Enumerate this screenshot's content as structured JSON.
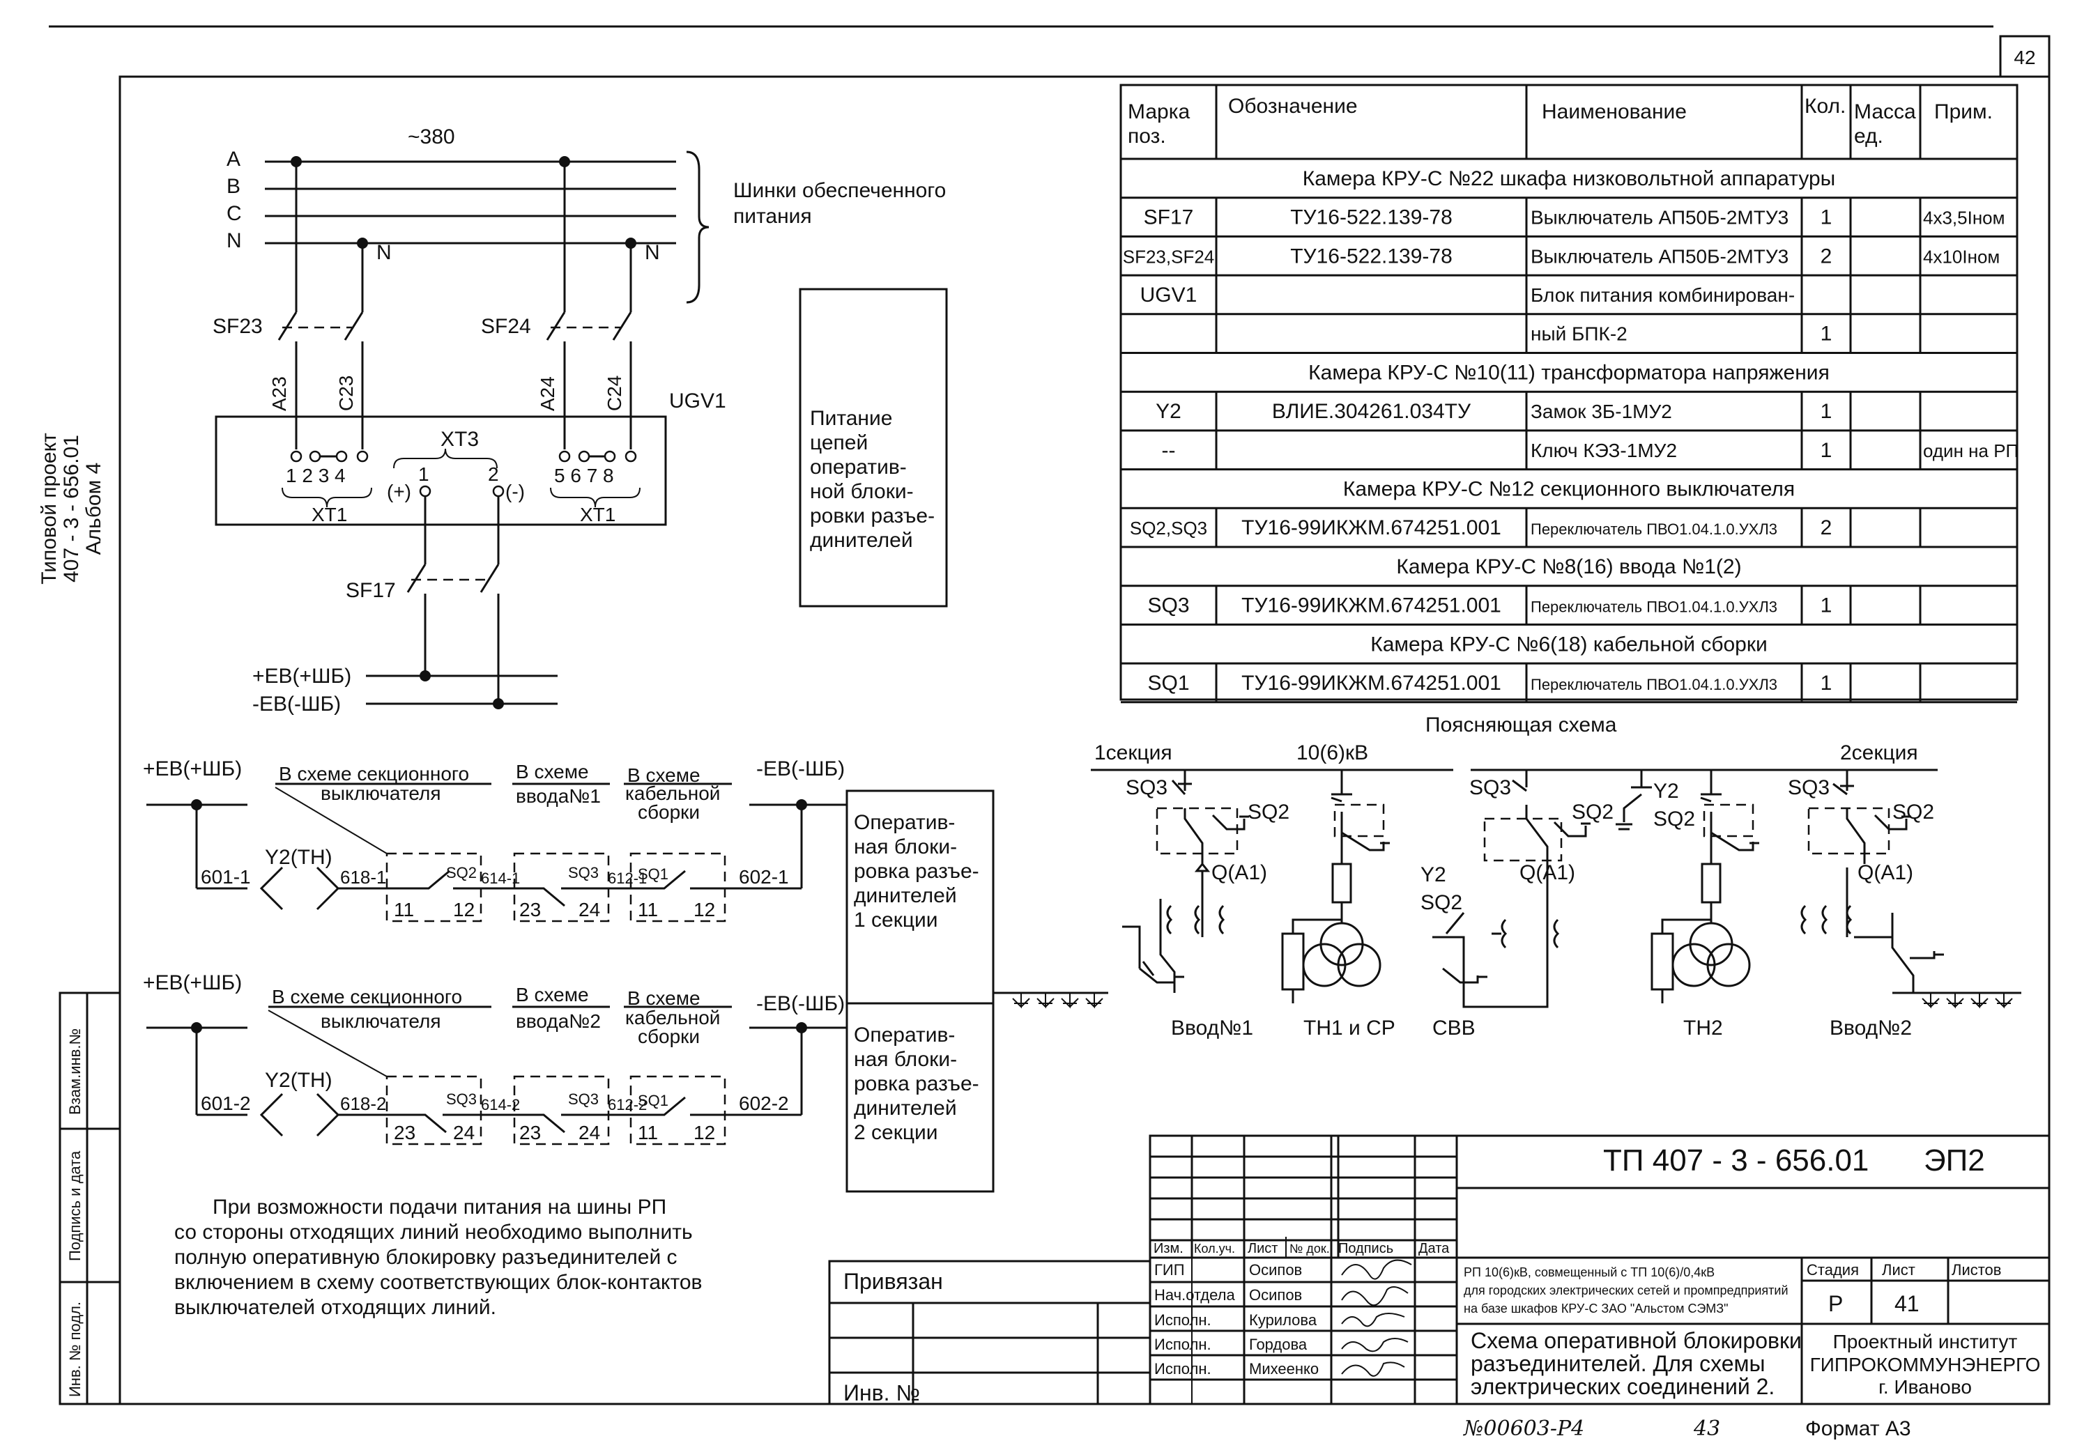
{
  "page_number": "42",
  "side_stamp": {
    "line1": "Типовой проект",
    "line2": "407 - 3 - 656.01",
    "line3": "Альбом 4"
  },
  "left_strip": {
    "zam": "Взам.инв.№",
    "podpis": "Подпись и дата",
    "inv": "Инв. № подл."
  },
  "power": {
    "voltage": "~380",
    "phases": [
      "A",
      "B",
      "C",
      "N"
    ],
    "bus_caption_line1": "Шинки обеспеченного",
    "bus_caption_line2": "питания",
    "n_left": "N",
    "n_right": "N",
    "sf23": "SF23",
    "sf24": "SF24",
    "sf17": "SF17",
    "w_a23": "A23",
    "w_c23": "C23",
    "w_a24": "A24",
    "w_c24": "C24",
    "ugv1": "UGV1",
    "xt3": "XT3",
    "xt1_left": "XT1",
    "xt1_right": "XT1",
    "xt1_left_pins": "1 2 3 4",
    "xt1_right_pins": "5 6 7 8",
    "xt3_pin1": "1",
    "xt3_pin2": "2",
    "plus": "(+)",
    "minus": "(-)",
    "ev_plus": "+ЕВ(+ШБ)",
    "ev_minus": "-ЕВ(-ШБ)"
  },
  "supply_box": [
    "Питание",
    "цепей",
    "оператив-",
    "ной блоки-",
    "ровки разъе-",
    "динителей"
  ],
  "spec_table": {
    "headers": [
      "Марка поз.",
      "Обозначение",
      "Наименование",
      "Кол.",
      "Масса ед.",
      "Прим."
    ],
    "header_marka_1": "Марка",
    "header_marka_2": "поз.",
    "header_massa_1": "Масса",
    "header_massa_2": "ед.",
    "rows": [
      {
        "type": "section",
        "text": "Камера КРУ-С №22 шкафа низковольтной аппаратуры"
      },
      {
        "type": "item",
        "marka": "SF17",
        "oboz": "ТУ16-522.139-78",
        "naim": "Выключатель АП50Б-2МТУ3",
        "kol": "1",
        "massa": "",
        "prim": "4х3,5Iном"
      },
      {
        "type": "item",
        "marka": "SF23,SF24",
        "oboz": "ТУ16-522.139-78",
        "naim": "Выключатель АП50Б-2МТУ3",
        "kol": "2",
        "massa": "",
        "prim": "4х10Iном"
      },
      {
        "type": "item",
        "marka": "UGV1",
        "oboz": "",
        "naim": "Блок питания комбинирован-",
        "kol": "",
        "massa": "",
        "prim": ""
      },
      {
        "type": "item",
        "marka": "",
        "oboz": "",
        "naim": "ный БПК-2",
        "kol": "1",
        "massa": "",
        "prim": ""
      },
      {
        "type": "section",
        "text": "Камера КРУ-С №10(11) трансформатора напряжения"
      },
      {
        "type": "item",
        "marka": "Y2",
        "oboz": "ВЛИЕ.304261.034ТУ",
        "naim": "Замок 3Б-1МУ2",
        "kol": "1",
        "massa": "",
        "prim": ""
      },
      {
        "type": "item",
        "marka": "--",
        "oboz": "",
        "naim": "Ключ КЭЗ-1МУ2",
        "kol": "1",
        "massa": "",
        "prim": "один на РП"
      },
      {
        "type": "section",
        "text": "Камера КРУ-С №12 секционного выключателя"
      },
      {
        "type": "item",
        "marka": "SQ2,SQ3",
        "oboz": "ТУ16-99ИКЖМ.674251.001",
        "naim": "Переключатель ПВО1.04.1.0.УХЛ3",
        "kol": "2",
        "massa": "",
        "prim": ""
      },
      {
        "type": "section",
        "text": "Камера КРУ-С №8(16) ввода №1(2)"
      },
      {
        "type": "item",
        "marka": "SQ3",
        "oboz": "ТУ16-99ИКЖМ.674251.001",
        "naim": "Переключатель ПВО1.04.1.0.УХЛ3",
        "kol": "1",
        "massa": "",
        "prim": ""
      },
      {
        "type": "section",
        "text": "Камера КРУ-С №6(18) кабельной сборки"
      },
      {
        "type": "item",
        "marka": "SQ1",
        "oboz": "ТУ16-99ИКЖМ.674251.001",
        "naim": "Переключатель ПВО1.04.1.0.УХЛ3",
        "kol": "1",
        "massa": "",
        "prim": ""
      }
    ]
  },
  "interlock": {
    "ev_plus": "+ЕВ(+ШБ)",
    "ev_minus": "-ЕВ(-ШБ)",
    "sekc_1": "В схеме секционного",
    "sekc_2": "выключателя",
    "vvod_1": "В схеме",
    "vvod_2a": "ввода№1",
    "vvod_2b": "ввода№2",
    "kab_1": "В схеме",
    "kab_2": "кабельной",
    "kab_3": "сборки",
    "y2": "Y2(TH)",
    "c1": {
      "w_start": "601-1",
      "w_618": "618-1",
      "w_614": "614-1",
      "w_612": "612-1",
      "w_end": "602-1"
    },
    "c2": {
      "w_start": "601-2",
      "w_618": "618-2",
      "w_614": "614-2",
      "w_612": "612-2",
      "w_end": "602-2"
    },
    "sq1": "SQ1",
    "sq2": "SQ2",
    "sq3": "SQ3",
    "n11": "11",
    "n12": "12",
    "n23": "23",
    "n24": "24",
    "box1": [
      "Оператив-",
      "ная блоки-",
      "ровка разъе-",
      "динителей",
      "1 секции"
    ],
    "box2": [
      "Оператив-",
      "ная блоки-",
      "ровка разъе-",
      "динителей",
      "2 секции"
    ]
  },
  "explain": {
    "title": "Поясняющая схема",
    "sec1": "1секция",
    "kv": "10(6)кВ",
    "sec2": "2секция",
    "sq2": "SQ2",
    "sq3": "SQ3",
    "qa1": "Q(A1)",
    "y2": "Y2",
    "labels": [
      "Ввод№1",
      "ТН1 и СР",
      "СВВ",
      "ТН2",
      "Ввод№2"
    ]
  },
  "note": [
    "При возможности подачи питания на шины РП",
    "со стороны отходящих линий необходимо выполнить",
    "полную оперативную блокировку разъединителей с",
    "включением в схему соответствующих блок-контактов",
    "выключателей отходящих линий."
  ],
  "title_block": {
    "code": "ТП  407 - 3 - 656.01",
    "sheet_code": "ЭП2",
    "privyazan": "Привязан",
    "inv": "Инв. №",
    "cols": [
      "Изм.",
      "Кол.уч.",
      "Лист",
      "№ док.",
      "Подпись",
      "Дата"
    ],
    "roles": [
      "ГИП",
      "Нач.отдела",
      "Исполн.",
      "Исполн.",
      "Исполн."
    ],
    "names": [
      "Осипов",
      "Осипов",
      "Курилова",
      "Гордова",
      "Михеенко"
    ],
    "object_1": "РП 10(6)кВ, совмещенный с ТП 10(6)/0,4кВ",
    "object_2": "для городских электрических сетей и промпредприятий",
    "object_3": "на базе шкафов КРУ-С ЗАО \"Альстом СЭМЗ\"",
    "drawing_1": "Схема оперативной блокировки",
    "drawing_2": "разъединителей. Для схемы",
    "drawing_3": "электрических соединений 2.",
    "stadia_label": "Стадия",
    "list_label": "Лист",
    "listov_label": "Листов",
    "stadia": "Р",
    "list": "41",
    "listov": "",
    "org_1": "Проектный институт",
    "org_2": "ГИПРОКОММУНЭНЕРГО",
    "org_3": "г. Иваново",
    "format": "Формат А3",
    "handwritten": "№00603-Р4",
    "handwritten_page": "43"
  }
}
